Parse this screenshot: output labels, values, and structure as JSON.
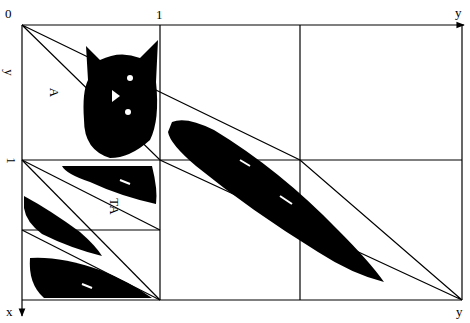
{
  "diagram": {
    "labels": [
      "0",
      "1",
      "y",
      "y",
      "1",
      "x",
      "A",
      "TA",
      "y"
    ]
  }
}
